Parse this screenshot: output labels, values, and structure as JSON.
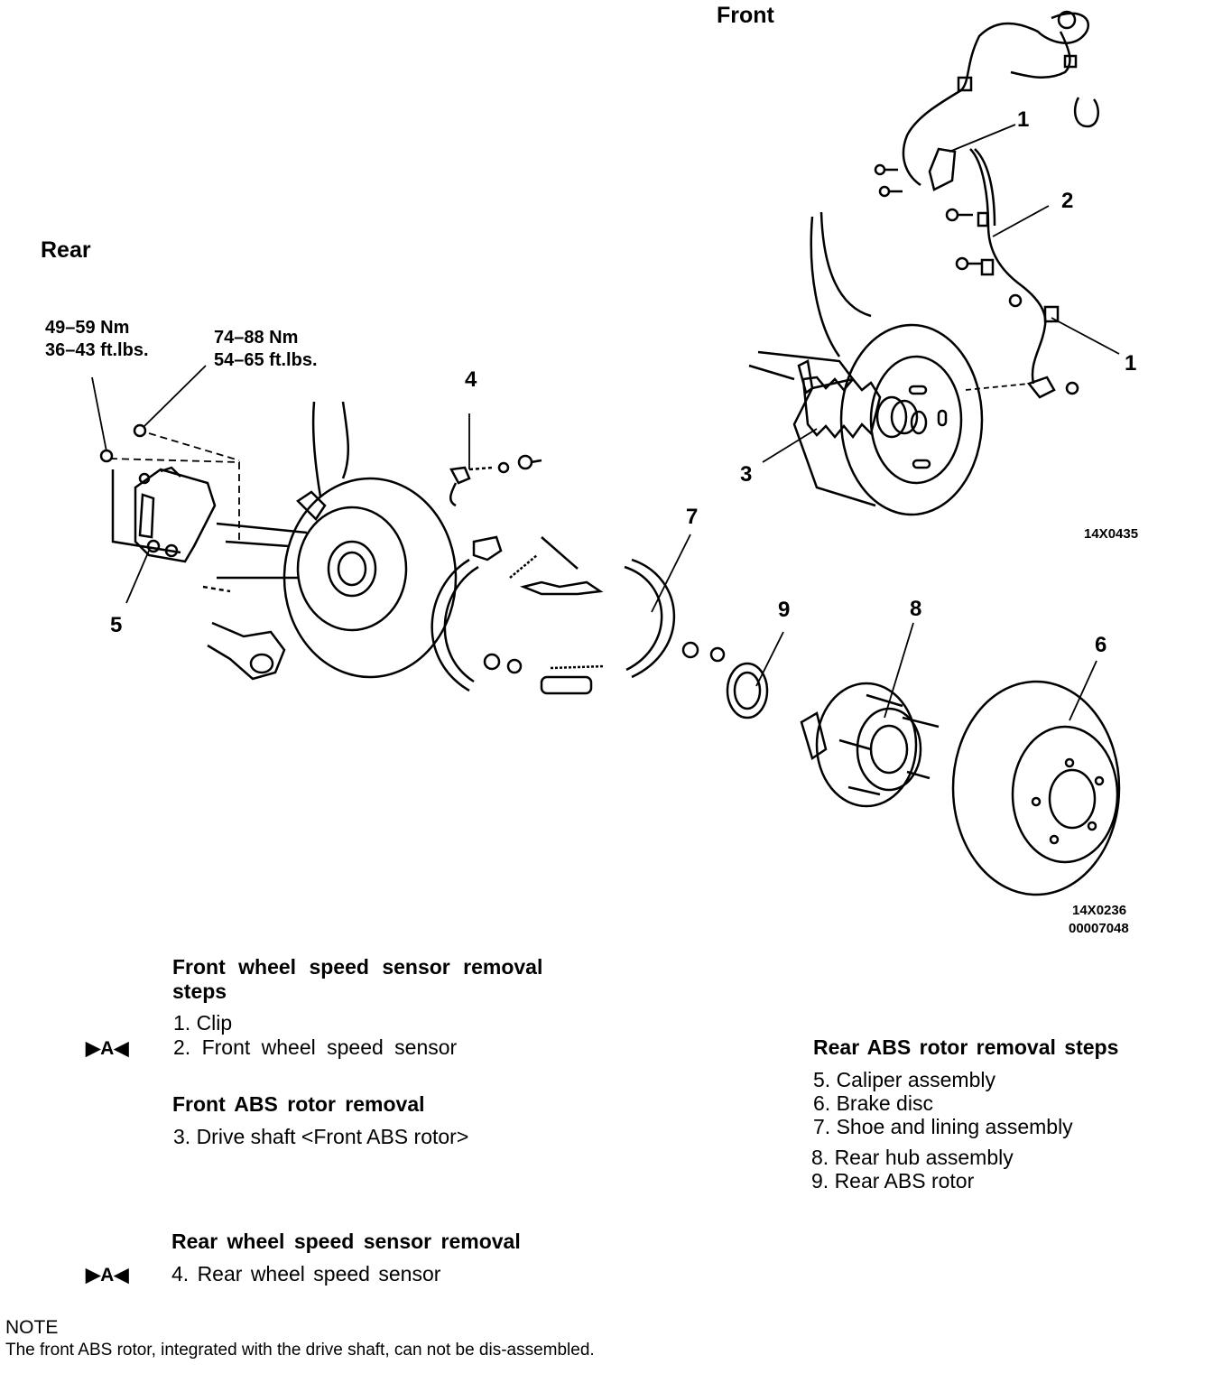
{
  "diagram": {
    "front_label": "Front",
    "rear_label": "Rear",
    "callouts": [
      "1",
      "2",
      "1",
      "3",
      "4",
      "5",
      "6",
      "7",
      "8",
      "9"
    ],
    "torque_left": [
      "49–59 Nm",
      "36–43 ft.lbs."
    ],
    "torque_right": [
      "74–88 Nm",
      "54–65 ft.lbs."
    ],
    "code_front": "14X0435",
    "code_rear": [
      "14X0236",
      "00007048"
    ]
  },
  "procedures": {
    "front_sensor": {
      "title_line1": "Front wheel speed sensor removal",
      "title_line2": "steps",
      "steps": [
        "1. Clip",
        "2. Front wheel speed sensor"
      ],
      "marker": "▶A◀"
    },
    "front_rotor": {
      "title": "Front ABS rotor removal",
      "steps": [
        "3. Drive shaft <Front ABS rotor>"
      ]
    },
    "rear_sensor": {
      "title": "Rear wheel speed sensor removal",
      "steps": [
        "4. Rear wheel speed sensor"
      ],
      "marker": "▶A◀"
    },
    "rear_rotor": {
      "title": "Rear ABS rotor removal steps",
      "steps": [
        "5. Caliper assembly",
        "6. Brake disc",
        "7. Shoe and lining assembly",
        "8. Rear hub assembly",
        "9. Rear ABS rotor"
      ]
    }
  },
  "note": {
    "title": "NOTE",
    "text": "The front ABS rotor, integrated with the drive shaft, can not be dis-assembled."
  }
}
